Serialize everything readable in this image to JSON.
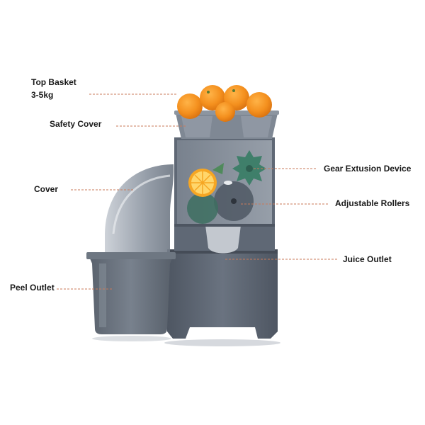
{
  "labels": {
    "top_basket": "Top Basket",
    "top_basket_capacity": "3-5kg",
    "safety_cover": "Safety Cover",
    "cover": "Cover",
    "peel_outlet": "Peel Outlet",
    "gear_extrusion_device": "Gear Extusion Device",
    "adjustable_rollers": "Adjustable Rollers",
    "juice_outlet": "Juice Outlet"
  },
  "colors": {
    "leader_line": "#c87a5a",
    "machine_body": "#5d6674",
    "machine_dark": "#4a525e",
    "transparent_cover": "#8f98a4",
    "orange": "#f4901e",
    "gear": "#3f7f6a"
  }
}
